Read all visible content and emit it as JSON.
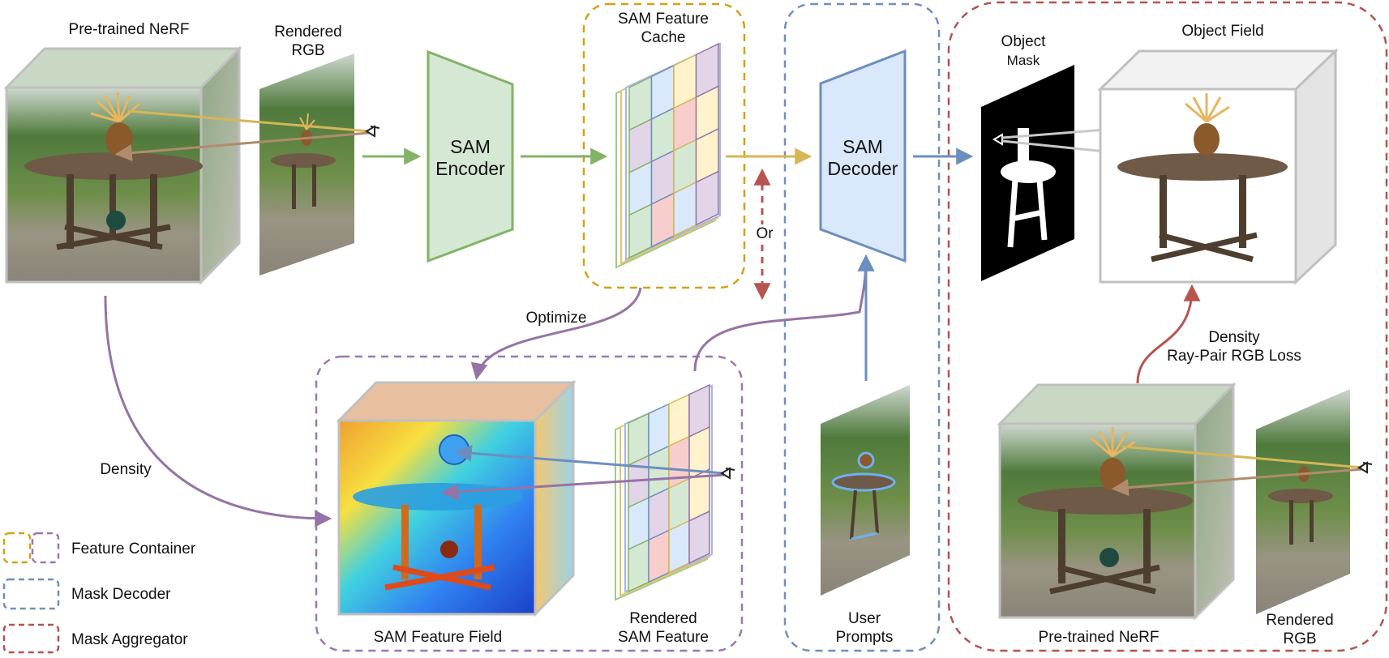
{
  "labels": {
    "pretrained_nerf_top": "Pre-trained NeRF",
    "rendered_rgb_top": [
      "Rendered",
      "RGB"
    ],
    "sam_encoder": [
      "SAM",
      "Encoder"
    ],
    "sam_feature_cache": [
      "SAM Feature",
      "Cache"
    ],
    "or": "Or",
    "sam_decoder": [
      "SAM",
      "Decoder"
    ],
    "object_mask": [
      "Object",
      "Mask"
    ],
    "object_field": "Object Field",
    "optimize": "Optimize",
    "density_left": "Density",
    "density_loss": [
      "Density",
      "Ray-Pair RGB Loss"
    ],
    "sam_feature_field": "SAM Feature Field",
    "rendered_sam_feature": [
      "Rendered",
      "SAM Feature"
    ],
    "user_prompts": [
      "User",
      "Prompts"
    ],
    "pretrained_nerf_bottom": "Pre-trained NeRF",
    "rendered_rgb_bottom": [
      "Rendered",
      "RGB"
    ]
  },
  "legend": [
    {
      "label": "Feature Container",
      "colors": [
        "#d4a017",
        "#9c77b3"
      ]
    },
    {
      "label": "Mask Decoder",
      "colors": [
        "#6f8fbd"
      ]
    },
    {
      "label": "Mask Aggregator",
      "colors": [
        "#b5524f"
      ]
    }
  ],
  "colors": {
    "encoder_fill": "#d5e8d4",
    "encoder_stroke": "#82b366",
    "decoder_fill": "#dae8fc",
    "decoder_stroke": "#6c8ebf",
    "arrow_green": "#82b366",
    "arrow_gold": "#d6b656",
    "arrow_purple": "#9673a6",
    "arrow_blue": "#6c8ebf",
    "arrow_red": "#b85450",
    "cache_border": "#d4a017",
    "field_border": "#9c77b3",
    "decoder_border": "#6f8fbd",
    "aggregator_border": "#b5524f"
  }
}
